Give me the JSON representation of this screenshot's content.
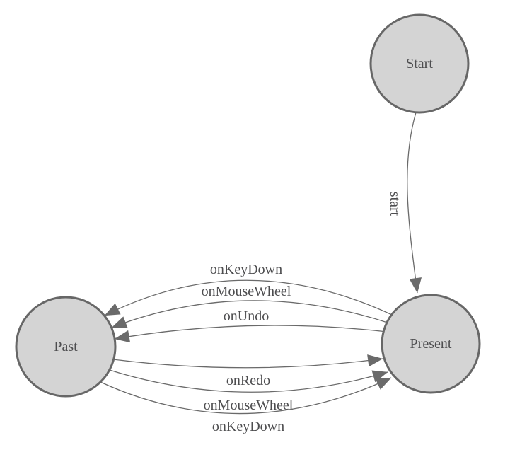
{
  "diagram": {
    "type": "state-machine",
    "colors": {
      "background": "#ffffff",
      "node_fill": "#d4d4d4",
      "node_border": "#676767",
      "edge_color": "#6a6a6a",
      "label_color": "#4d4d4f"
    },
    "nodes": [
      {
        "label": "Start"
      },
      {
        "label": "Present"
      },
      {
        "label": "Past"
      }
    ],
    "edges": [
      {
        "from": "Start",
        "to": "Present",
        "label": "start"
      },
      {
        "from": "Present",
        "to": "Past",
        "label": "onKeyDown"
      },
      {
        "from": "Present",
        "to": "Past",
        "label": "onMouseWheel"
      },
      {
        "from": "Present",
        "to": "Past",
        "label": "onUndo"
      },
      {
        "from": "Past",
        "to": "Present",
        "label": "onRedo"
      },
      {
        "from": "Past",
        "to": "Present",
        "label": "onMouseWheel"
      },
      {
        "from": "Past",
        "to": "Present",
        "label": "onKeyDown"
      }
    ]
  }
}
